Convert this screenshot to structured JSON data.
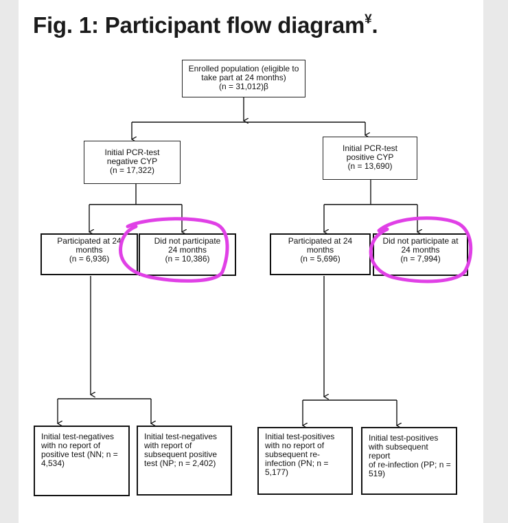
{
  "figure": {
    "title": "Fig. 1: Participant flow diagram",
    "title_mark": "¥",
    "title_end": "."
  },
  "boxes": {
    "enrolled": "Enrolled population (eligible to\ntake part at 24 months)\n(n = 31,012)β",
    "neg_initial": "Initial PCR-test\nnegative CYP\n(n = 17,322)",
    "pos_initial": "Initial PCR-test\npositive CYP\n(n = 13,690)",
    "neg_participated": "Participated at 24\nmonths\n(n = 6,936)",
    "neg_not_participated": "Did not participate\n24 months\n(n = 10,386)",
    "pos_participated": "Participated at 24\nmonths\n(n = 5,696)",
    "pos_not_participated": "Did not participate at\n24 months\n(n = 7,994)",
    "nn": "Initial test-negatives\nwith no report of\npositive test (NN; n =\n4,534)",
    "np": "Initial test-negatives\nwith report of\nsubsequent positive\ntest (NP; n = 2,402)",
    "pn": "Initial test-positives\nwith no report of\nsubsequent re-\ninfection (PN; n =\n5,177)",
    "pp": "Initial test-positives\nwith subsequent report\nof re-infection (PP; n =\n519)"
  },
  "colors": {
    "annotation_circle": "#e040e6",
    "line": "#111111"
  }
}
